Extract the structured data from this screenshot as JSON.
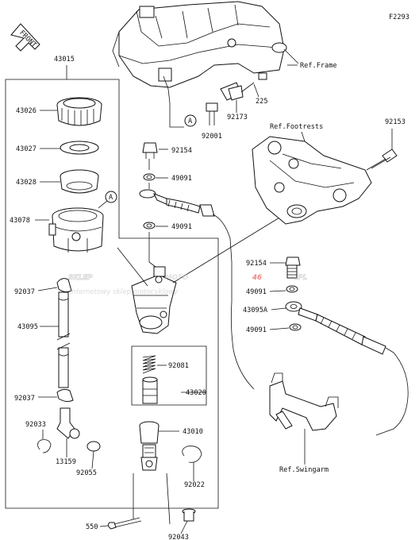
{
  "figure_code": "F2293",
  "front_arrow": "FRONT",
  "watermark": {
    "brand_sklep": "SKLEP",
    "brand_moto": "MOTO",
    "brand_num": "46",
    "brand_tld": ".PL",
    "tagline": "internetowy sklep motocyklowy",
    "accent_color": "#e8231c"
  },
  "reference_labels": {
    "frame": "Ref.Frame",
    "footrests": "Ref.Footrests",
    "swingarm": "Ref.Swingarm"
  },
  "callout": "A",
  "part_numbers": {
    "p43015": "43015",
    "p43026": "43026",
    "p43027": "43027",
    "p43028": "43028",
    "p43078": "43078",
    "p92037a": "92037",
    "p43095": "43095",
    "p92037b": "92037",
    "p92033": "92033",
    "p13159": "13159",
    "p92055": "92055",
    "p550": "550",
    "p92043": "92043",
    "p92022": "92022",
    "p43010": "43010",
    "p43020": "43020",
    "p92081": "92081",
    "p92154a": "92154",
    "p49091a": "49091",
    "p49091b": "49091",
    "p92001": "92001",
    "p92173": "92173",
    "p225": "225",
    "p92153": "92153",
    "p92154b": "92154",
    "p49091c": "49091",
    "p43095A": "43095A",
    "p49091d": "49091"
  }
}
